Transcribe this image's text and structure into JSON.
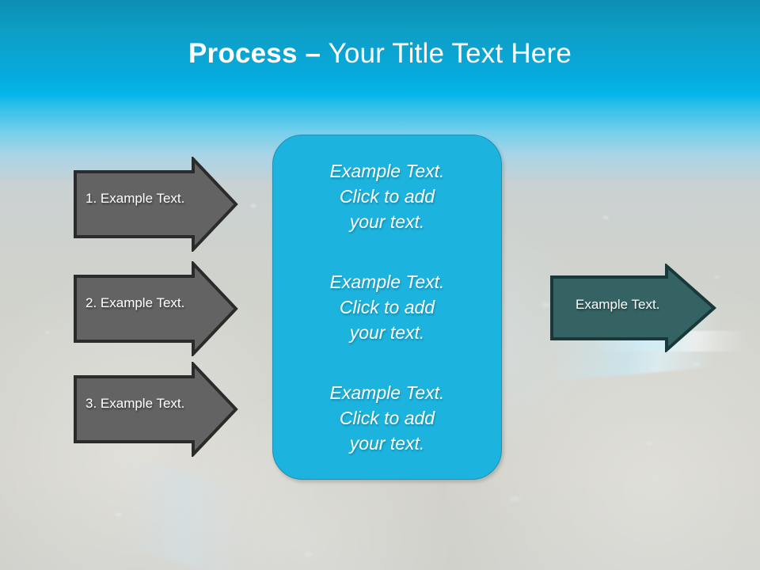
{
  "slide": {
    "title": {
      "strong": "Process –",
      "light": " Your Title Text Here"
    },
    "background": {
      "sky_top_color": "#0b8fb3",
      "sky_bright_color": "#04b6ea",
      "ground_color": "#d2d3cc"
    }
  },
  "steps": {
    "accent_color": "#636363",
    "outline_color": "#2b2b2b",
    "items": [
      {
        "label": "1. Example Text."
      },
      {
        "label": "2. Example Text."
      },
      {
        "label": "3. Example Text."
      }
    ]
  },
  "center_panel": {
    "fill_color": "#1cb4de",
    "border_color": "#2090b4",
    "blocks": [
      {
        "text": "Example Text.\nClick  to add\nyour text."
      },
      {
        "text": "Example Text.\nClick  to add\nyour text."
      },
      {
        "text": "Example Text.\nClick  to add\nyour text."
      }
    ]
  },
  "result_arrow": {
    "fill_color": "#356364",
    "outline_color": "#19383a",
    "label": "Example Text."
  }
}
